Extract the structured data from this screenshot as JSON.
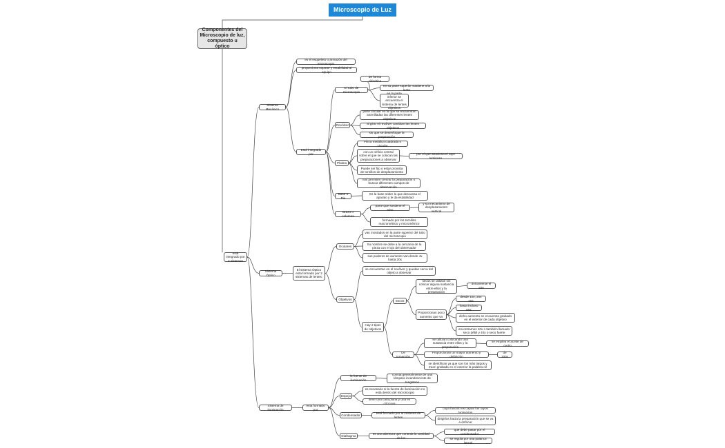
{
  "colors": {
    "title_bg": "#1e88d6",
    "title_fg": "#ffffff",
    "central_bg": "#e6e6e6",
    "node_border": "#555555",
    "line": "#444444"
  },
  "nodes": {
    "title": "Microscopio de Luz",
    "central": "Componentes del Microscopio de luz, compuesto u óptico",
    "integrado3": "está integrado por 3 sistemas",
    "mecanico": "Sistema Mecánico",
    "mec_esqueleto": "es el esqueleto o armazón del microscopio",
    "mec_soporte": "proporciona soporte y estabilidad al equipo",
    "mec_integrado": "Está integrado por",
    "tubo": "El tubo de microscopio",
    "tubo_cil": "de forma cilíndrica",
    "tubo_sup": "en su parte superior sostiene a la lente",
    "tubo_inf": "en la parte inferior se encuentra el sistema de lentes objetivos",
    "revolver": "Revólver",
    "rev_circular": "parte circular en la que se encuentran atornilladas las diferentes lentes objetivos",
    "rev_girar": "al girar el revólver cambian las lentes objetivos",
    "rev_desenfoque": "sin que se desenfoque la preparación",
    "platina": "Platina",
    "pla_pieza": "Pieza metálica cuadrada o circular",
    "pla_orificio": "con un orificio central sobre el que se colocan las preparaciones a observar",
    "pla_rayo": "por el que atraviesa el rayo luminoso",
    "pla_fijo": "Puede ser fijo o estar provista de tornillos de desplazamiento",
    "pla_centrar": "nos permiten centrar la preparación o buscar diferentes campos de observación.",
    "base": "Base o Pie",
    "base_desc": "Es la base sobre la que descansa el aparato y le da estabilidad",
    "brazo": "Brazo o columna",
    "brazo_tubo": "parte que sostiene el tubo",
    "brazo_mec": "y su mecanismo de desplazamiento vertical",
    "brazo_torn": "formado por los tornillos macrométrico y micrométrico",
    "optico": "Sistema Óptico",
    "opt_desc": "El sistema Óptico esta formado por 2 sistemas de lentes:",
    "oculares": "Oculares",
    "oc_montados": "van montados en la parte superior del tubo del microscopio",
    "oc_nombre": "Su nombre se debe a la cercanía de la pieza con el ojo del observador",
    "oc_poderes": "sus poderes de aumento van desde 4x hasta 20x",
    "objetivos": "Objetivos",
    "obj_revolver": "se encuentran en el revólver y quedan cerca del objeto a observar",
    "obj_2tipos": "Hay 2 tipos de objetivos",
    "secos": "Secos",
    "sec_utilizan": "secos se utilizan sin colocar alguna sustancia entre ellos y la preparación",
    "sec_aire": "únicamente el aire",
    "sec_poco": "Proporcionan poco aumento que va",
    "sec_10x": "desde 10x, 20x a0x",
    "sec_60x": "hasta incluso 60x",
    "sec_grabado": "dicho aumento se encuentra grabado en el exterior de cada objetivo",
    "sec_40x": "encontramos 10x o también llamado seco débil y 40x o seco fuerte",
    "inmersion": "De Inmersión",
    "inm_utilizan": "se utilizan colocando una sustancia entre ellos y la preparación",
    "inm_aceite": "se emplea el aceite de cedro",
    "inm_mayor": "Proporcionan un mayor aumento y definición",
    "inm_100x": "de 100x",
    "inm_identificar": "se identifican ya que son los más largos y traen grabada en el exterior la palabra oil",
    "iluminacion": "Sistema de Iluminación",
    "ilu_formado": "esta formado por",
    "fuente": "la fuente de iluminación",
    "fuente_desc": "consta generalmente de una lámpara incandescente de tungsteno",
    "espejo": "Espejo",
    "esp_necesario": "es necesario si la fuente de iluminación no está dentro del microscopio",
    "esp_cara": "tiene una cara plana y una es cóncava",
    "condensador": "Condensador",
    "con_formado": "está formado por un sistema de lentes",
    "con_funcion": "cuya función es captar los rayos luminosos",
    "con_dirigirlos": "dirigirlos hacia la preparación que se va a enfocar",
    "diafragma": "Diafragma",
    "dia_abertura": "es una abertura que controla la cantidad de luz",
    "dia_pasar": "que debe pasar por el condensador",
    "dia_palanca": "se regula por una palanca lateral"
  }
}
